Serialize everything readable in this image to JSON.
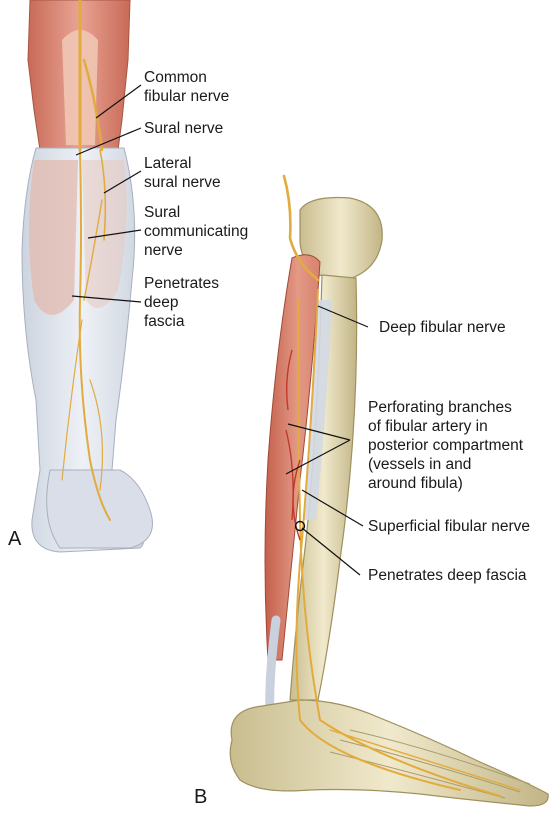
{
  "panels": {
    "a": {
      "letter": "A"
    },
    "b": {
      "letter": "B"
    }
  },
  "labels_a": {
    "common_fibular_1": "Common",
    "common_fibular_2": "fibular nerve",
    "sural": "Sural nerve",
    "lateral_sural_1": "Lateral",
    "lateral_sural_2": "sural nerve",
    "sural_comm_1": "Sural",
    "sural_comm_2": "communicating",
    "sural_comm_3": "nerve",
    "penetrates_1": "Penetrates",
    "penetrates_2": "deep",
    "penetrates_3": "fascia"
  },
  "labels_b": {
    "deep_fibular": "Deep fibular nerve",
    "perforating_1": "Perforating branches",
    "perforating_2": "of fibular artery in",
    "perforating_3": "posterior compartment",
    "perforating_4": "(vessels in and",
    "perforating_5": "around fibula)",
    "superficial_fibular": "Superficial fibular nerve",
    "penetrates_deep_fascia": "Penetrates deep fascia"
  },
  "colors": {
    "muscle": "#d98a78",
    "muscle_dark": "#b85a48",
    "fascia": "#dde3ec",
    "bone": "#e4dcb8",
    "bone_dark": "#b8ac7c",
    "nerve": "#e8b650",
    "artery": "#c0392b",
    "tendon": "#c9d0de"
  }
}
